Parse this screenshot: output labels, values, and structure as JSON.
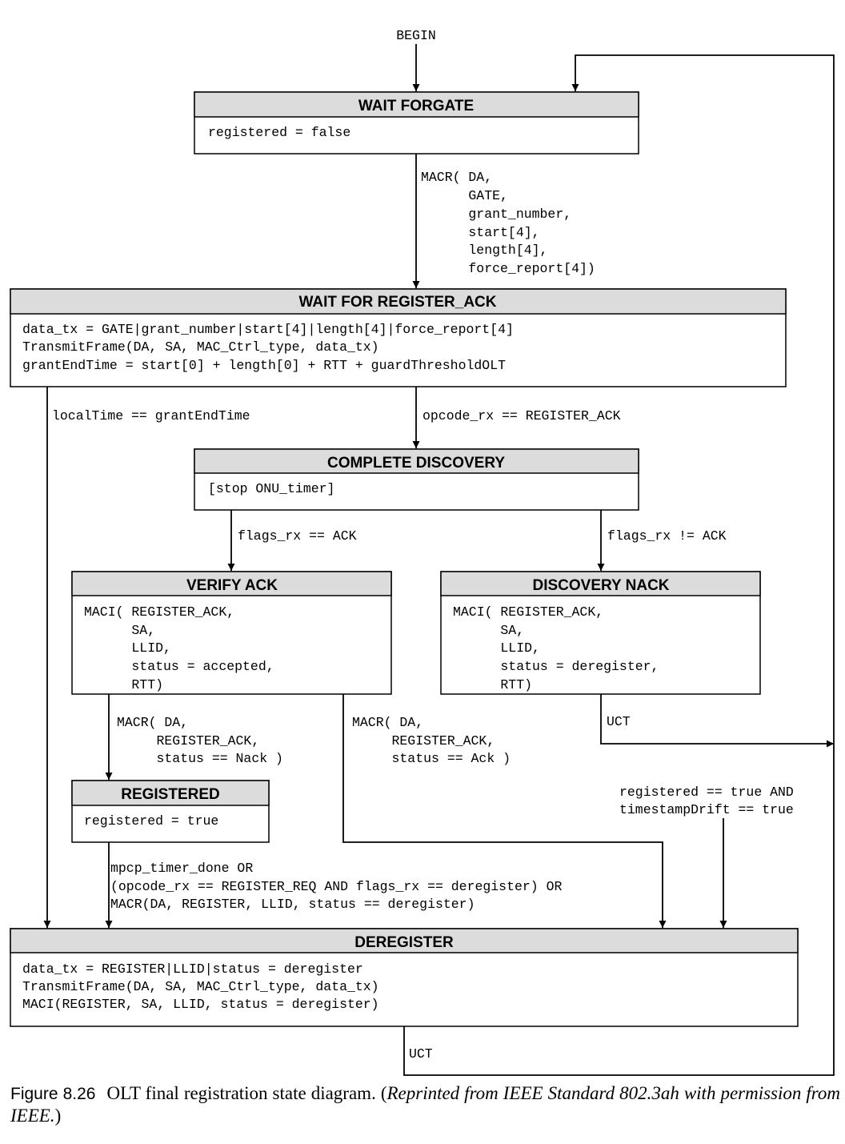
{
  "begin_label": "BEGIN",
  "states": {
    "wait_forgate": {
      "title": "WAIT FORGATE",
      "lines": [
        "registered = false"
      ]
    },
    "wait_register_ack": {
      "title": "WAIT FOR REGISTER_ACK",
      "lines": [
        "data_tx = GATE|grant_number|start[4]|length[4]|force_report[4]",
        "TransmitFrame(DA, SA, MAC_Ctrl_type, data_tx)",
        "grantEndTime = start[0] + length[0] + RTT + guardThresholdOLT"
      ]
    },
    "complete_discovery": {
      "title": "COMPLETE DISCOVERY",
      "lines": [
        "[stop ONU_timer]"
      ]
    },
    "verify_ack": {
      "title": "VERIFY ACK",
      "lines": [
        "MACI( REGISTER_ACK,",
        "      SA,",
        "      LLID,",
        "      status = accepted,",
        "      RTT)"
      ]
    },
    "discovery_nack": {
      "title": "DISCOVERY NACK",
      "lines": [
        "MACI( REGISTER_ACK,",
        "      SA,",
        "      LLID,",
        "      status = deregister,",
        "      RTT)"
      ]
    },
    "registered": {
      "title": "REGISTERED",
      "lines": [
        "registered = true"
      ]
    },
    "deregister": {
      "title": "DEREGISTER",
      "lines": [
        "data_tx = REGISTER|LLID|status = deregister",
        "TransmitFrame(DA, SA, MAC_Ctrl_type, data_tx)",
        "MACI(REGISTER, SA, LLID, status = deregister)"
      ]
    }
  },
  "transitions": {
    "gate_received": [
      "MACR( DA,",
      "      GATE,",
      "      grant_number,",
      "      start[4],",
      "      length[4],",
      "      force_report[4])"
    ],
    "grant_timeout": [
      "localTime == grantEndTime"
    ],
    "register_ack_rx": [
      "opcode_rx == REGISTER_ACK"
    ],
    "flags_ack": [
      "flags_rx == ACK"
    ],
    "flags_not_ack": [
      "flags_rx != ACK"
    ],
    "status_nack": [
      "MACR( DA,",
      "     REGISTER_ACK,",
      "     status == Nack )"
    ],
    "status_ack": [
      "MACR( DA,",
      "     REGISTER_ACK,",
      "     status == Ack )"
    ],
    "uct_nack": [
      "UCT"
    ],
    "timestamp_drift": [
      "registered == true AND",
      "timestampDrift == true"
    ],
    "deregister_conditions": [
      "mpcp_timer_done OR",
      "(opcode_rx == REGISTER_REQ AND flags_rx == deregister) OR",
      "MACR(DA, REGISTER, LLID, status == deregister)"
    ],
    "uct_deregister": [
      "UCT"
    ]
  },
  "caption": {
    "label": "Figure 8.26",
    "text": "OLT final registration state diagram. (",
    "italic": "Reprinted from IEEE Standard 802.3ah with permission from IEEE.",
    "close": ")"
  }
}
